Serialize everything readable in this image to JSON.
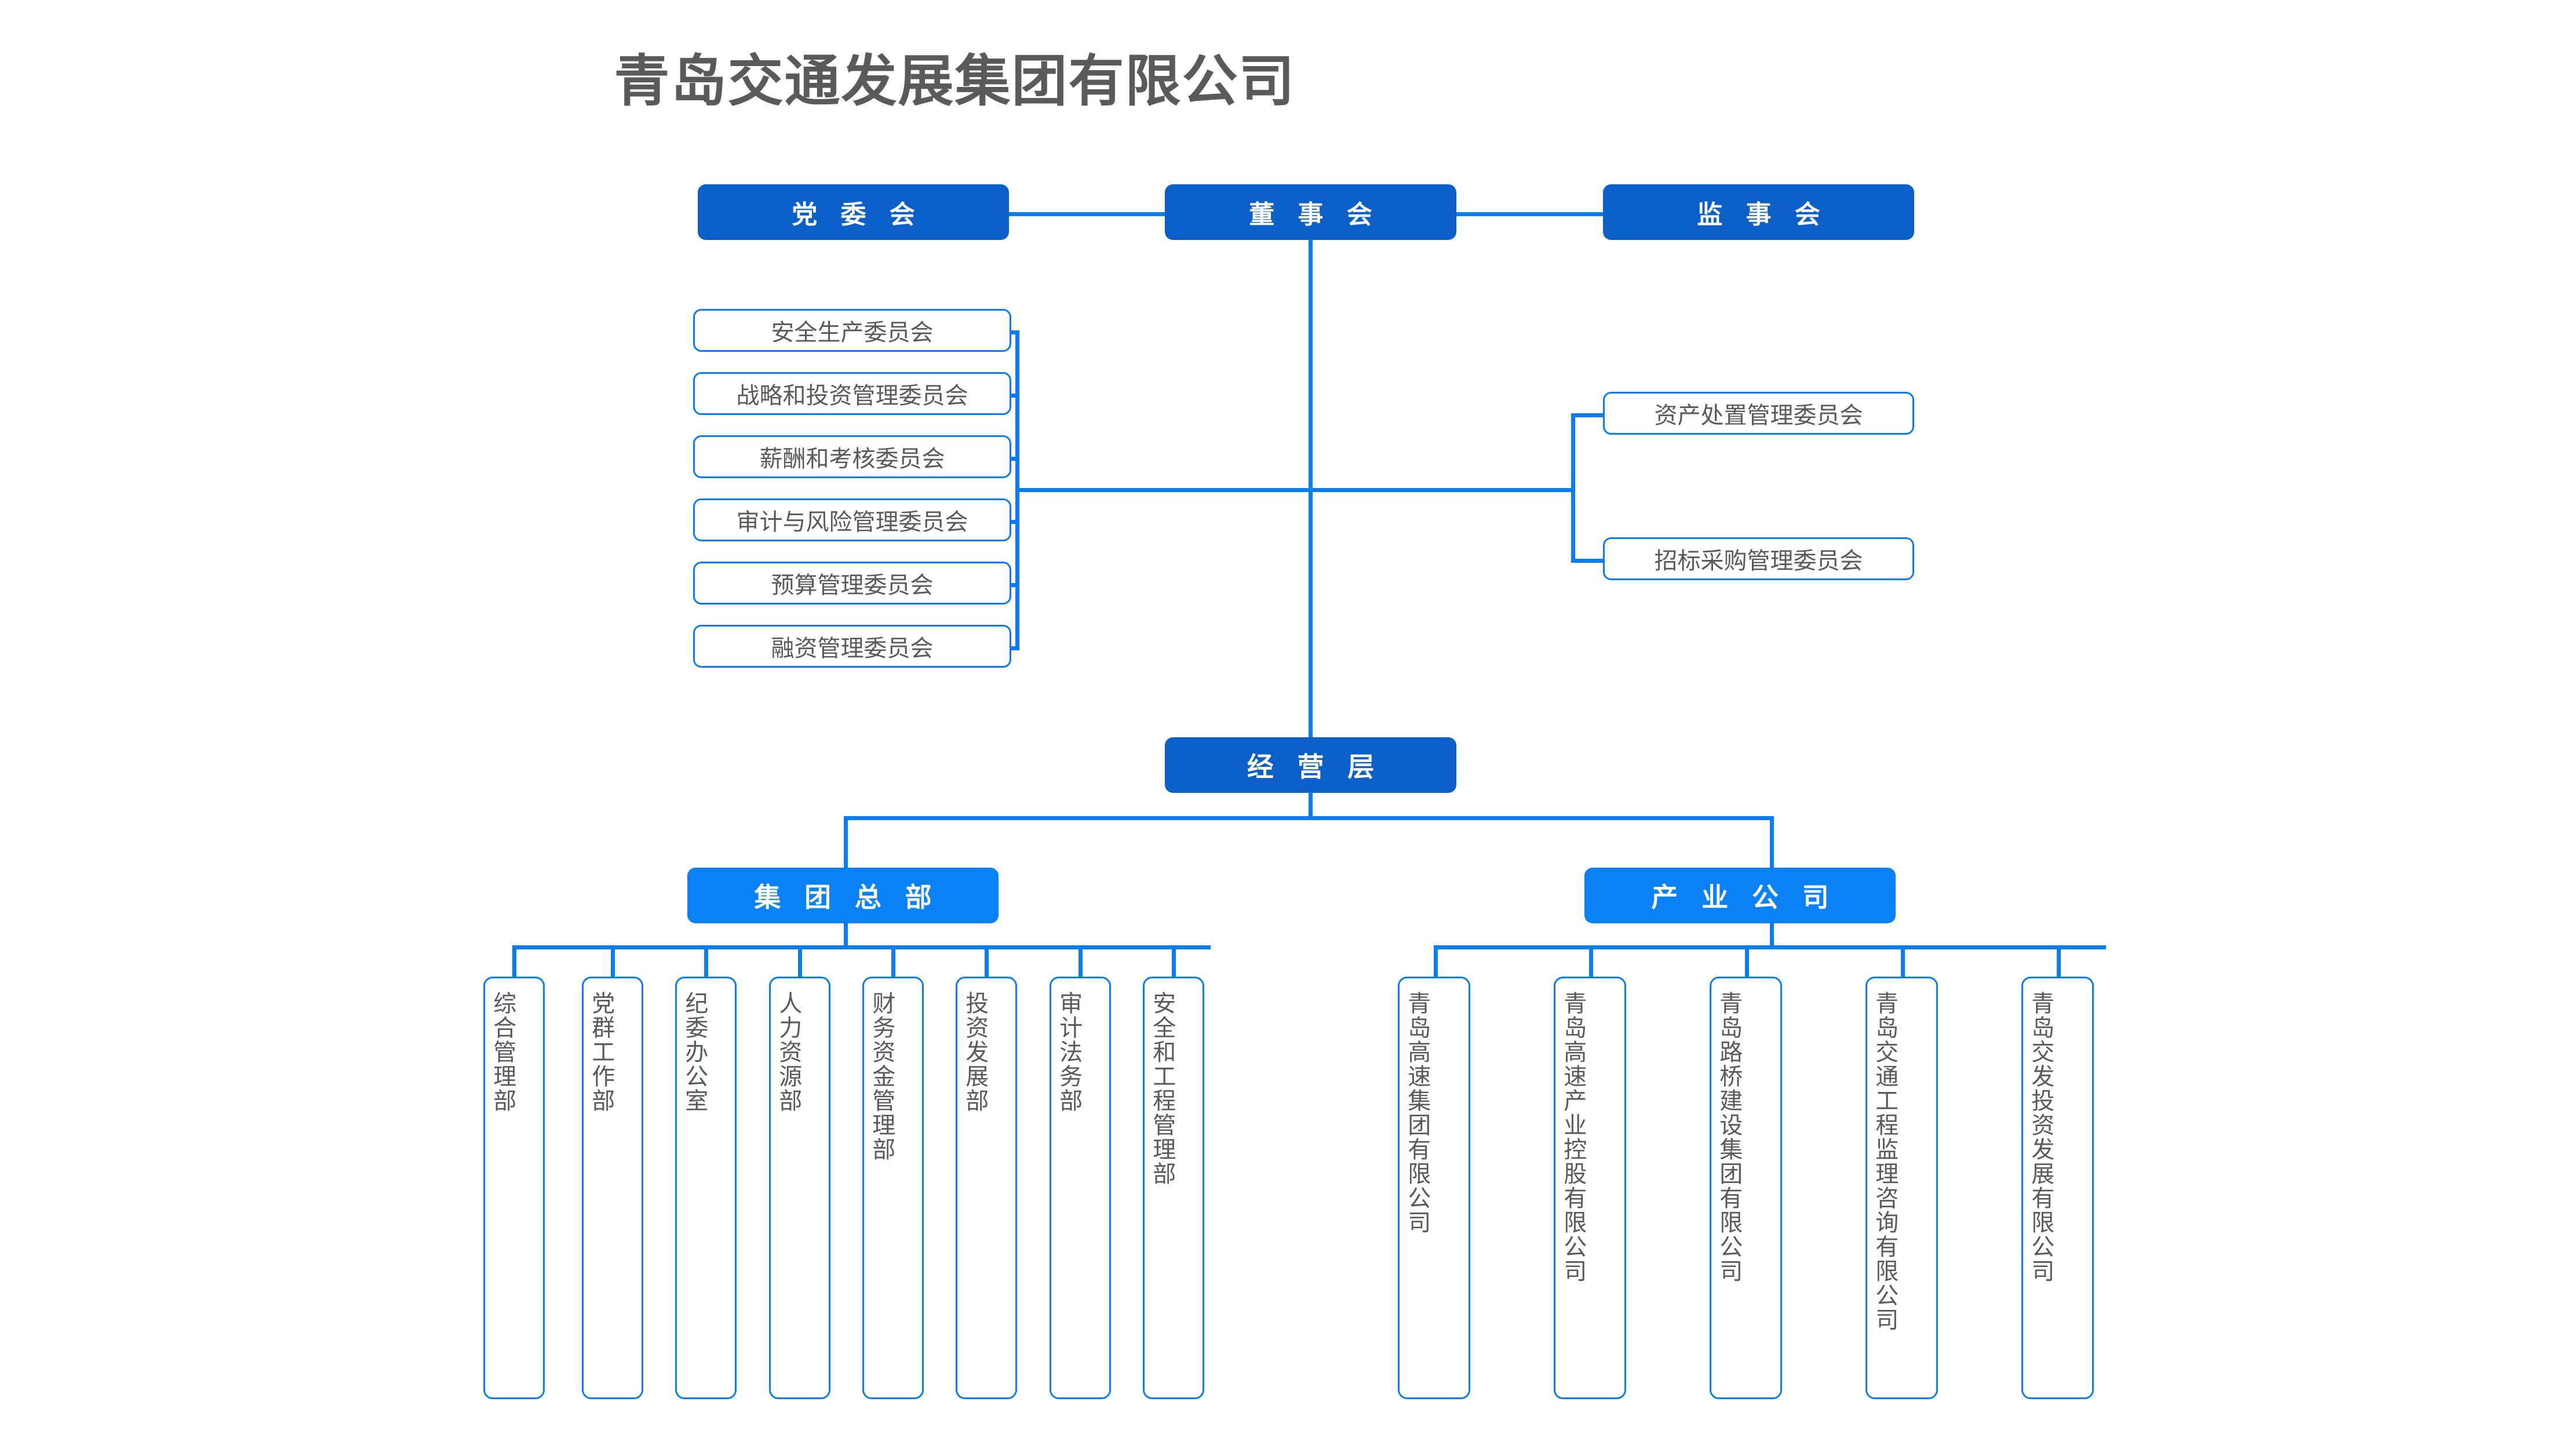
{
  "page": {
    "title": "青岛交通发展集团有限公司",
    "accent_blue": "#0b7cf3",
    "deep_blue": "#0b5fc9",
    "bright_blue": "#0b81f7",
    "text_gray": "#5a5a5a",
    "background": "#ffffff"
  },
  "governance": {
    "party_committee": "党 委 会",
    "board_of_directors": "董 事 会",
    "board_of_supervisors": "监 事 会"
  },
  "committees_left": [
    {
      "label": "安全生产委员会"
    },
    {
      "label": "战略和投资管理委员会"
    },
    {
      "label": "薪酬和考核委员会"
    },
    {
      "label": "审计与风险管理委员会"
    },
    {
      "label": "预算管理委员会"
    },
    {
      "label": "融资管理委员会"
    }
  ],
  "committees_right": [
    {
      "label": "资产处置管理委员会"
    },
    {
      "label": "招标采购管理委员会"
    }
  ],
  "management": {
    "operating_layer": "经 营 层",
    "group_headquarters": "集 团 总 部",
    "industry_companies": "产 业 公 司"
  },
  "departments": [
    {
      "label": "综合管理部"
    },
    {
      "label": "党群工作部"
    },
    {
      "label": "纪委办公室"
    },
    {
      "label": "人力资源部"
    },
    {
      "label": "财务资金管理部"
    },
    {
      "label": "投资发展部"
    },
    {
      "label": "审计法务部"
    },
    {
      "label": "安全和工程管理部"
    }
  ],
  "subsidiaries": [
    {
      "label": "青岛高速集团有限公司"
    },
    {
      "label": "青岛高速产业控股有限公司"
    },
    {
      "label": "青岛路桥建设集团有限公司"
    },
    {
      "label": "青岛交通工程监理咨询有限公司"
    },
    {
      "label": "青岛交发投资发展有限公司"
    }
  ]
}
